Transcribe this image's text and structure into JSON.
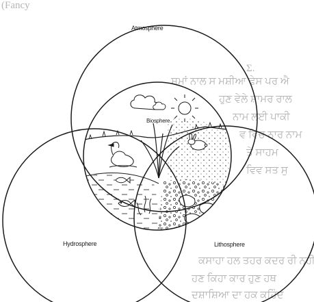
{
  "background_text": {
    "lines": [
      "(Fancy ",
      "Σ. ",
      "ਸਮਾਂ ਨਾਲ ਸ ਮਸ਼ੀਆ ਫੇਸ ਪਰ ਐ",
      "ਹੁਣ ਵੇਲੇ ਸ਼ਾਮਰ ਰਾਲ",
      "ਨਾਮ ਲਈ ਪਾਕੀ",
      "ਵ ਵਿਚ ਨਾਰ ਨਾਮ",
      "ਤੇ ਸਾਹਮ",
      "ਵਿਵ ਸਤ ਸੁ",
      "ਕਸਾਹਾ ਹਲ ਤਹਰ ਕਦਰ ਰੀ ਨਹੀਂ",
      "ਹਣ ਕਿਹਾ ਕਾਰ ਹੁਣ ਹਥ",
      "ਦਸ਼ਾਸ਼ਿਆ ਦਾ ਹਕ ਕਹਿੰਦ"
    ]
  },
  "labels": {
    "atmosphere": "Atmosphere",
    "biosphere": "Biosphere",
    "hydrosphere": "Hydrosphere",
    "lithosphere": "Lithosphere"
  },
  "colors": {
    "ink": "#1a1a1a",
    "faint_text": "#b5b5b5",
    "paper": "#ffffff"
  }
}
